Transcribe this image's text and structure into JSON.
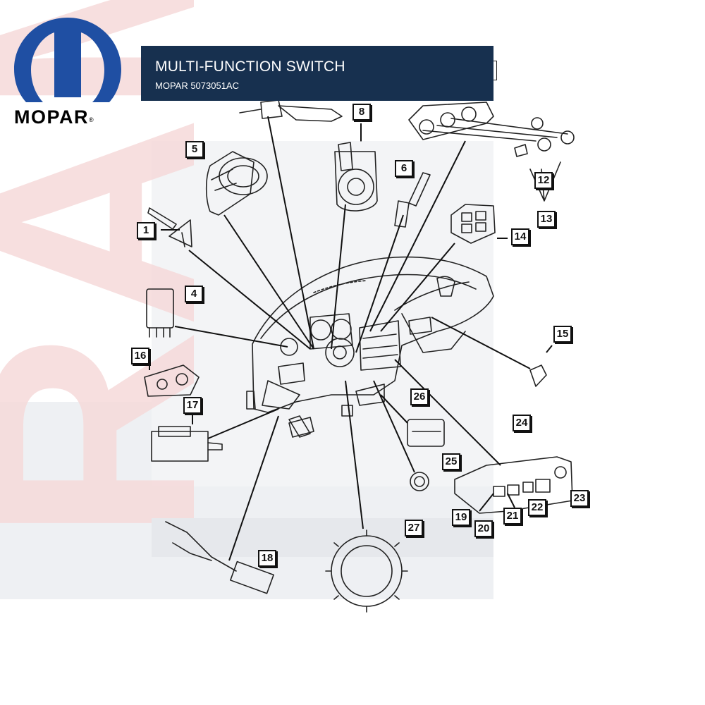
{
  "brand": {
    "logo_text": "MOPAR",
    "registered_mark": "®"
  },
  "header": {
    "title": "MULTI-FUNCTION SWITCH",
    "part_number": "MOPAR 5073051AC"
  },
  "watermark": {
    "text": "RAM"
  },
  "colors": {
    "banner": "#17304f",
    "logo_blue": "#1f4fa3",
    "line_art": "#222222",
    "watermark_red": "#f6dcdc",
    "watermark_gray": "#eceef1"
  },
  "callouts": [
    {
      "label": "1"
    },
    {
      "label": "4"
    },
    {
      "label": "5"
    },
    {
      "label": "6"
    },
    {
      "label": "8"
    },
    {
      "label": "12"
    },
    {
      "label": "13"
    },
    {
      "label": "14"
    },
    {
      "label": "15"
    },
    {
      "label": "16"
    },
    {
      "label": "17"
    },
    {
      "label": "18"
    },
    {
      "label": "19"
    },
    {
      "label": "20"
    },
    {
      "label": "21"
    },
    {
      "label": "22"
    },
    {
      "label": "23"
    },
    {
      "label": "24"
    },
    {
      "label": "25"
    },
    {
      "label": "26"
    },
    {
      "label": "27"
    }
  ]
}
